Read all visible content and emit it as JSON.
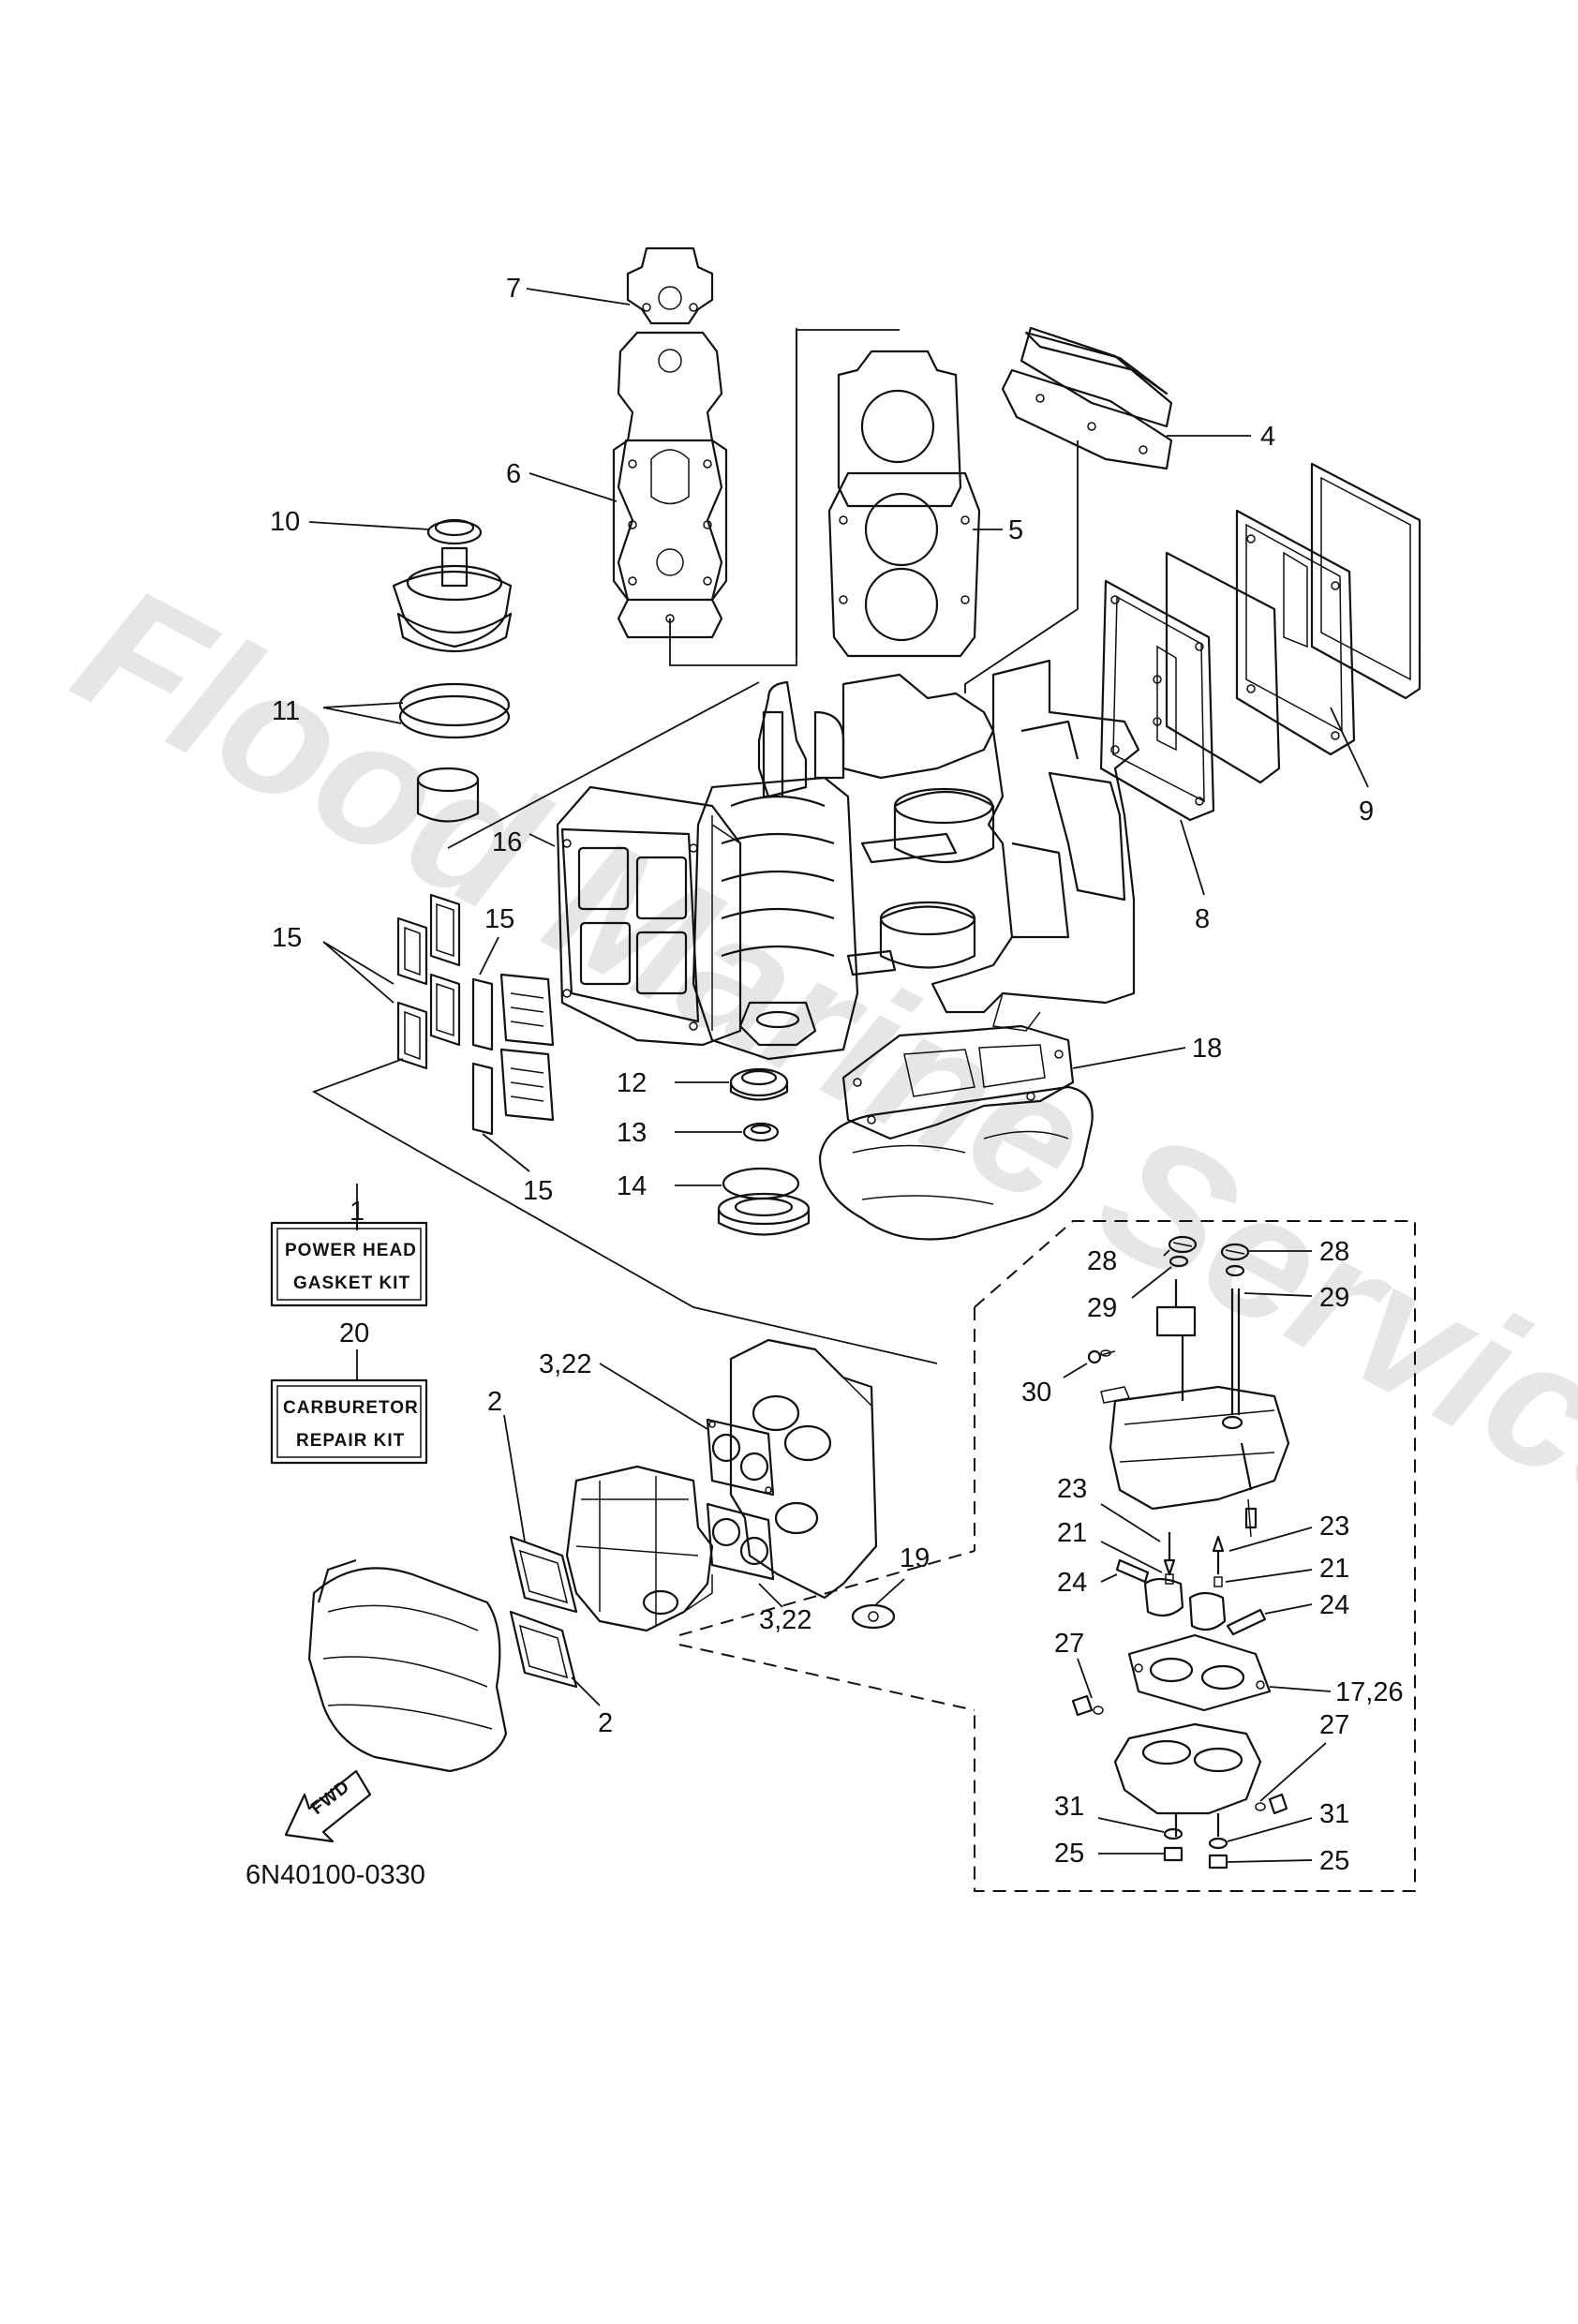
{
  "watermark": "Flood Marine Services",
  "diagram_code": "6N40100-0330",
  "kits": [
    {
      "number": "1",
      "line1": "POWER HEAD",
      "line2": "GASKET KIT"
    },
    {
      "number": "20",
      "line1": "CARBURETOR",
      "line2": "REPAIR KIT"
    }
  ],
  "fwd_label": "FWD",
  "callouts": {
    "c1": "1",
    "c2a": "2",
    "c2b": "2",
    "c3a": "3,22",
    "c3b": "3,22",
    "c4": "4",
    "c5": "5",
    "c6": "6",
    "c7": "7",
    "c8": "8",
    "c9": "9",
    "c10": "10",
    "c11": "11",
    "c12": "12",
    "c13": "13",
    "c14": "14",
    "c15a": "15",
    "c15b": "15",
    "c15c": "15",
    "c16": "16",
    "c17": "17,26",
    "c18": "18",
    "c19": "19",
    "c20": "20",
    "c21a": "21",
    "c21b": "21",
    "c23a": "23",
    "c23b": "23",
    "c24a": "24",
    "c24b": "24",
    "c25a": "25",
    "c25b": "25",
    "c27a": "27",
    "c27b": "27",
    "c28a": "28",
    "c28b": "28",
    "c29a": "29",
    "c29b": "29",
    "c30": "30",
    "c31a": "31",
    "c31b": "31"
  }
}
